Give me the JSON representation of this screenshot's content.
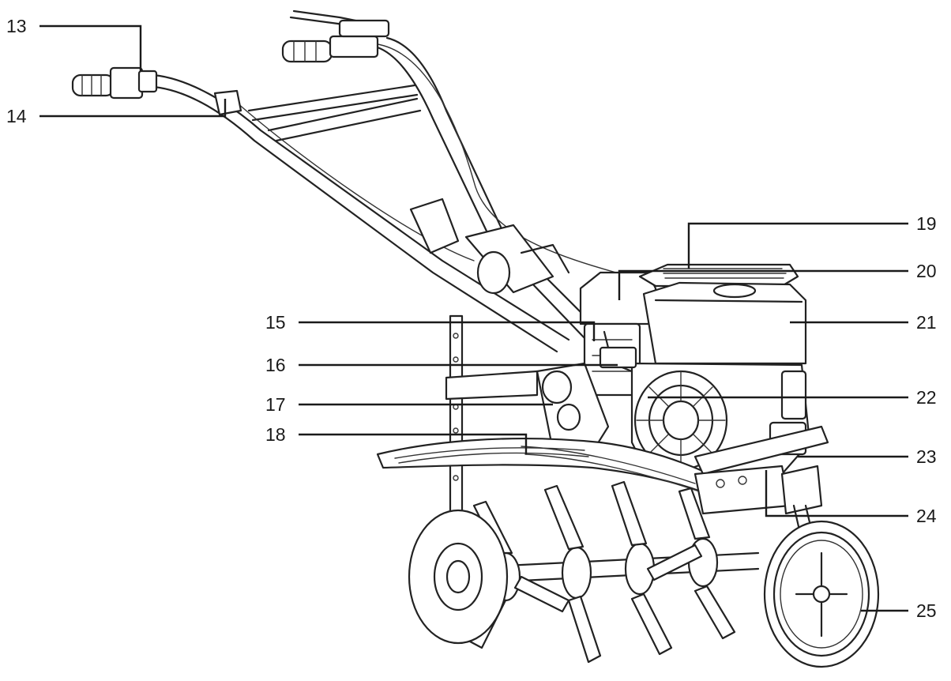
{
  "labels": [
    {
      "id": "13",
      "text": "13"
    },
    {
      "id": "14",
      "text": "14"
    },
    {
      "id": "15",
      "text": "15"
    },
    {
      "id": "16",
      "text": "16"
    },
    {
      "id": "17",
      "text": "17"
    },
    {
      "id": "18",
      "text": "18"
    },
    {
      "id": "19",
      "text": "19"
    },
    {
      "id": "20",
      "text": "20"
    },
    {
      "id": "21",
      "text": "21"
    },
    {
      "id": "22",
      "text": "22"
    },
    {
      "id": "23",
      "text": "23"
    },
    {
      "id": "24",
      "text": "24"
    },
    {
      "id": "25",
      "text": "25"
    }
  ]
}
